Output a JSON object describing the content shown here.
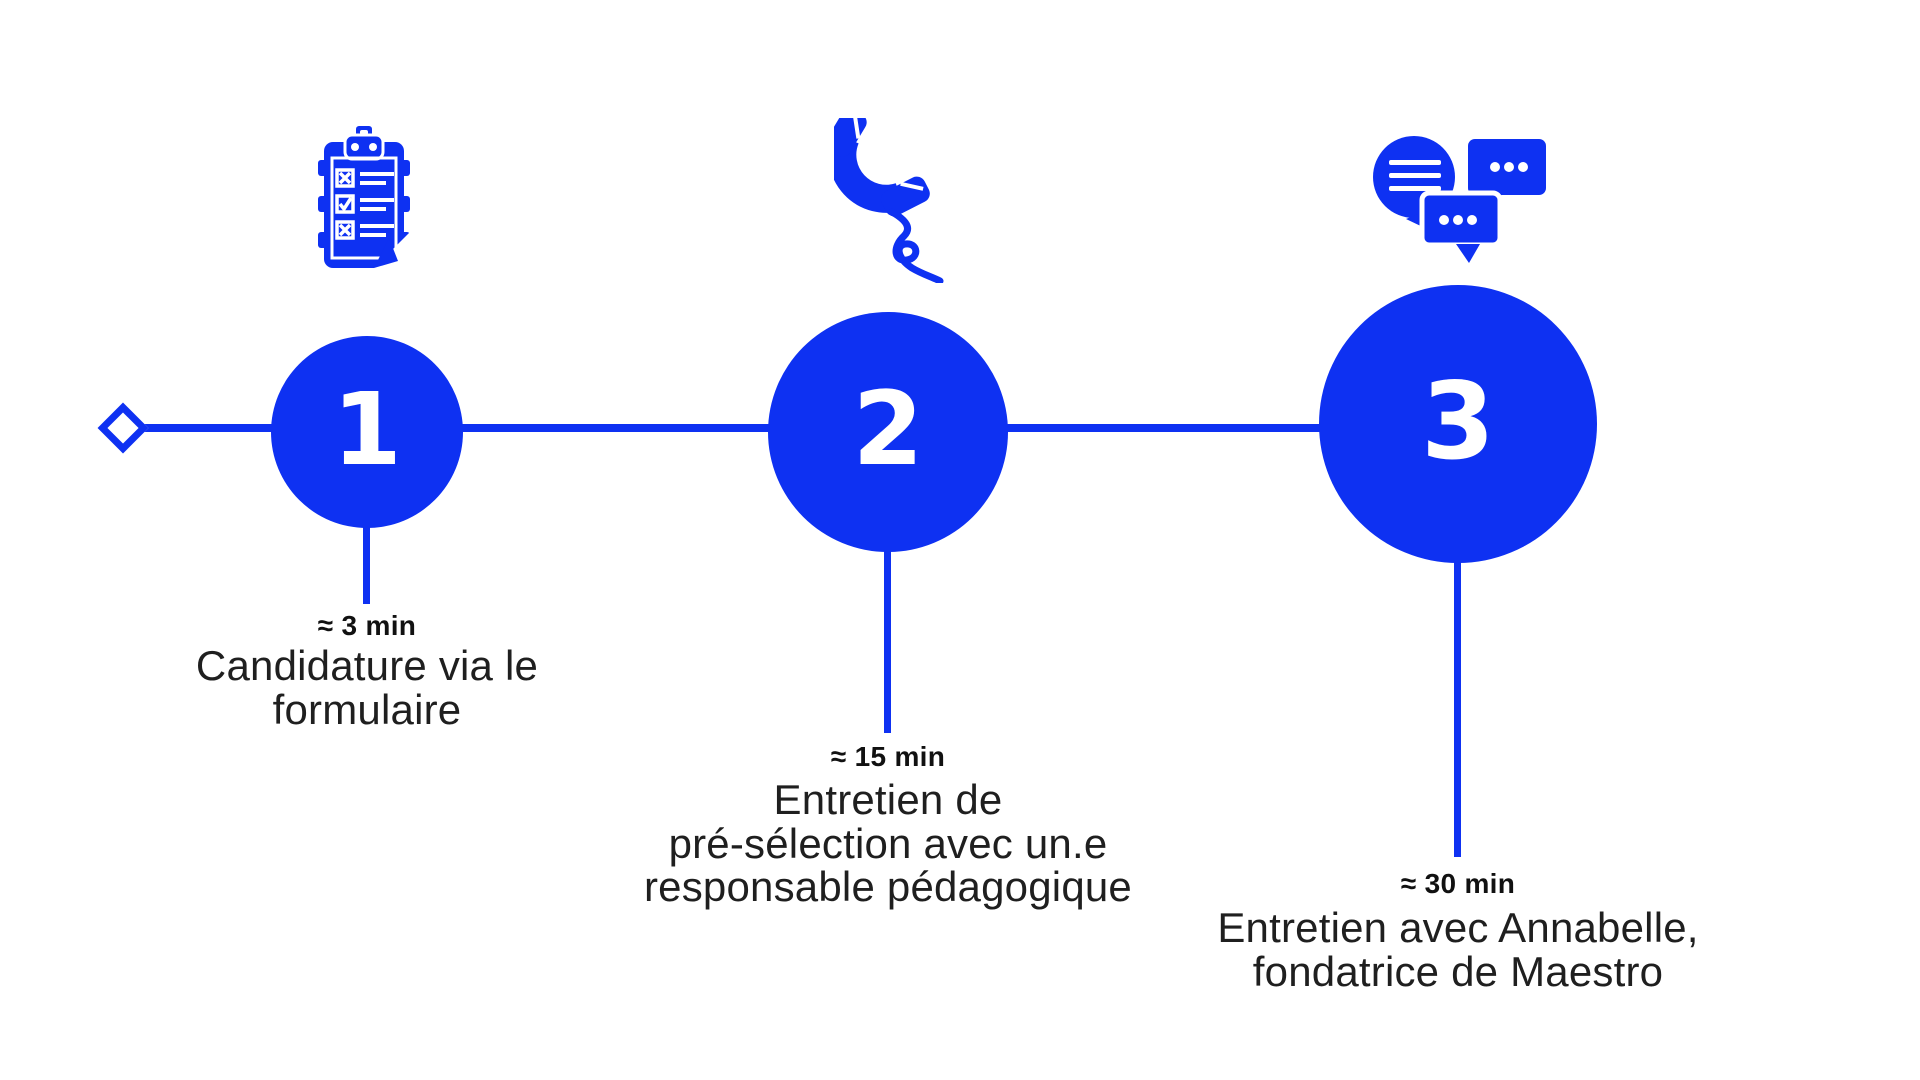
{
  "colors": {
    "accent": "#0e31f2",
    "text": "#1f1f1f",
    "label": "#111111",
    "background": "#ffffff"
  },
  "timeline": {
    "steps": [
      {
        "number": "1",
        "icon": "clipboard-checklist-icon",
        "duration": "≈ 3 min",
        "caption": "Candidature via le\nformulaire"
      },
      {
        "number": "2",
        "icon": "phone-handset-icon",
        "duration": "≈ 15 min",
        "caption": "Entretien de\npré-sélection avec un.e\nresponsable pédagogique"
      },
      {
        "number": "3",
        "icon": "chat-bubbles-icon",
        "duration": "≈ 30 min",
        "caption": "Entretien avec Annabelle,\nfondatrice de Maestro"
      }
    ]
  }
}
